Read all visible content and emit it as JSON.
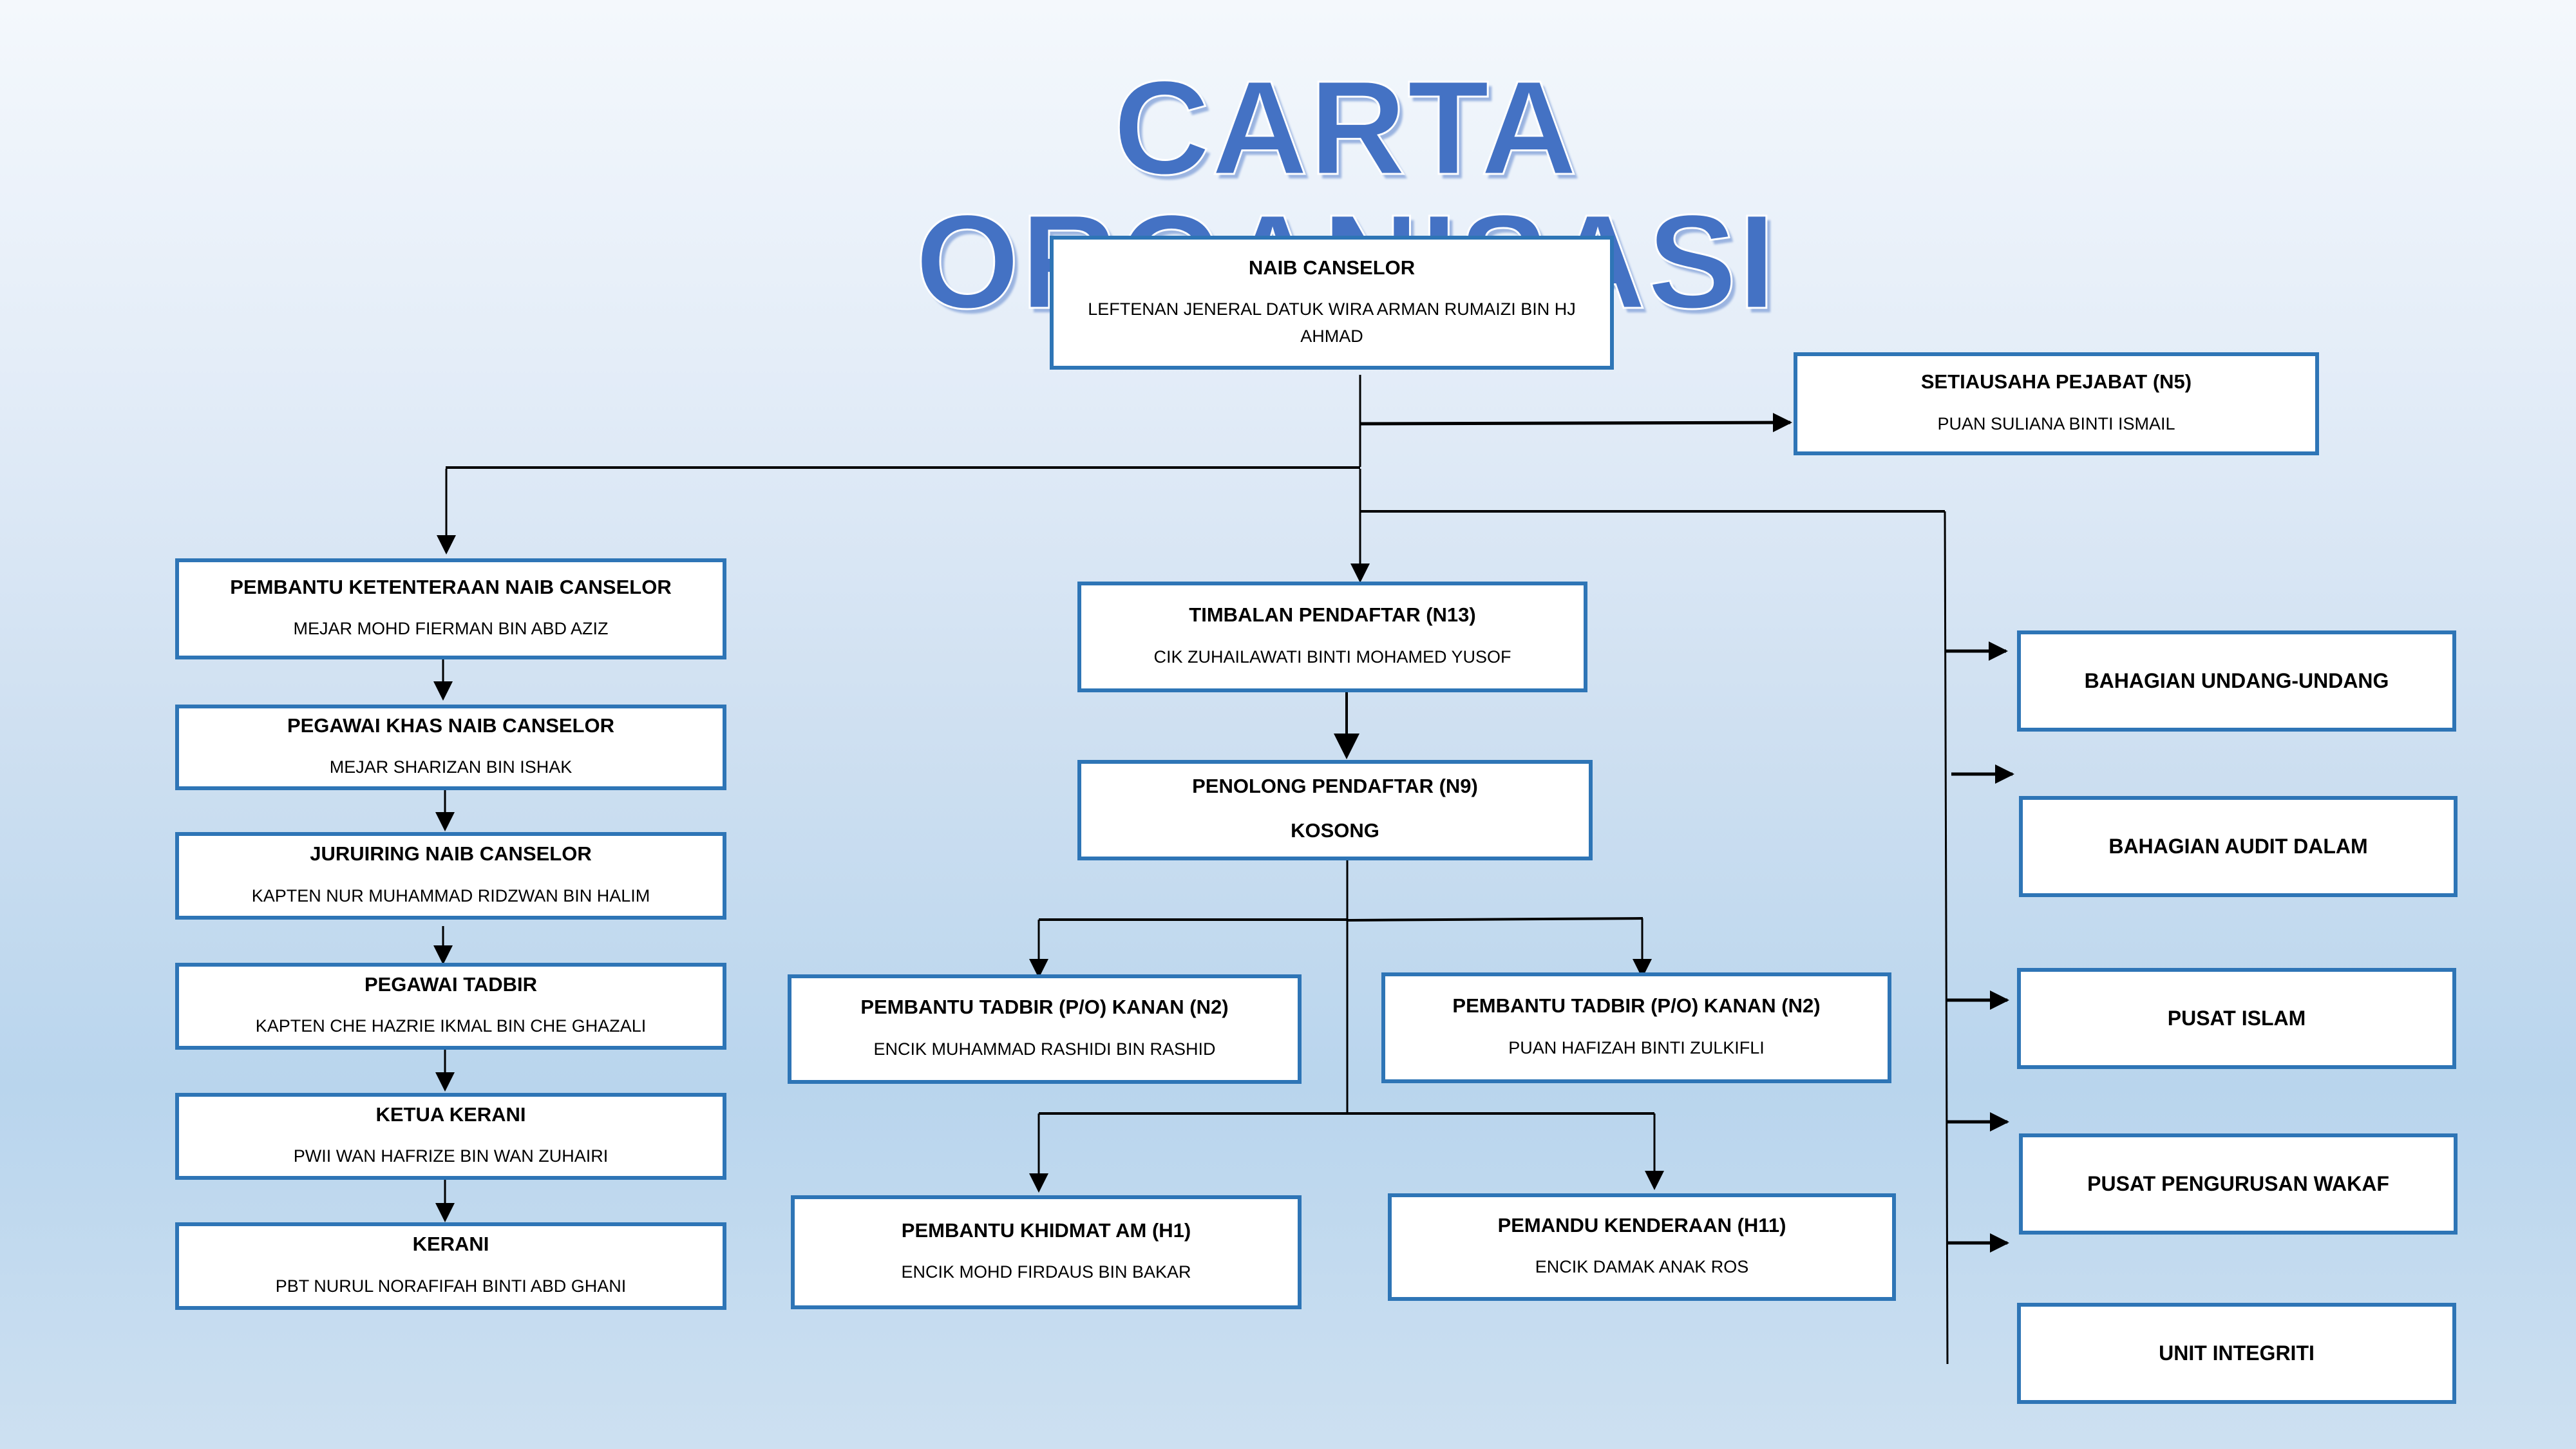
{
  "title": "CARTA ORGANISASI",
  "colors": {
    "title_fill": "#4472C4",
    "box_border": "#2E75B6",
    "box_fill": "#FFFFFF",
    "connector": "#000000"
  },
  "top": {
    "role": "NAIB CANSELOR",
    "name": "LEFTENAN JENERAL DATUK WIRA ARMAN RUMAIZI BIN HJ AHMAD"
  },
  "secretary": {
    "role": "SETIAUSAHA PEJABAT (N5)",
    "name": "PUAN SULIANA BINTI ISMAIL"
  },
  "left_column": [
    {
      "role": "PEMBANTU KETENTERAAN NAIB CANSELOR",
      "name": "MEJAR MOHD FIERMAN BIN ABD AZIZ"
    },
    {
      "role": "PEGAWAI KHAS NAIB CANSELOR",
      "name": "MEJAR SHARIZAN BIN ISHAK"
    },
    {
      "role": "JURUIRING NAIB CANSELOR",
      "name": "KAPTEN NUR MUHAMMAD RIDZWAN BIN HALIM"
    },
    {
      "role": "PEGAWAI TADBIR",
      "name": "KAPTEN CHE HAZRIE IKMAL BIN CHE GHAZALI"
    },
    {
      "role": "KETUA KERANI",
      "name": "PWII WAN HAFRIZE BIN WAN ZUHAIRI"
    },
    {
      "role": "KERANI",
      "name": "PBT NURUL NORAFIFAH BINTI ABD GHANI"
    }
  ],
  "center_column": {
    "deputy": {
      "role": "TIMBALAN PENDAFTAR (N13)",
      "name": "CIK ZUHAILAWATI BINTI MOHAMED YUSOF"
    },
    "assistant": {
      "role": "PENOLONG PENDAFTAR (N9)",
      "name": "KOSONG"
    },
    "staff": [
      {
        "role": "PEMBANTU TADBIR (P/O) KANAN (N2)",
        "name": "ENCIK MUHAMMAD RASHIDI BIN RASHID"
      },
      {
        "role": "PEMBANTU TADBIR (P/O) KANAN (N2)",
        "name": "PUAN HAFIZAH BINTI ZULKIFLI"
      },
      {
        "role": "PEMBANTU KHIDMAT AM (H1)",
        "name": "ENCIK MOHD FIRDAUS BIN BAKAR"
      },
      {
        "role": "PEMANDU KENDERAAN (H11)",
        "name": "ENCIK DAMAK ANAK ROS"
      }
    ]
  },
  "right_column": [
    {
      "label": "BAHAGIAN UNDANG-UNDANG"
    },
    {
      "label": "BAHAGIAN AUDIT DALAM"
    },
    {
      "label": "PUSAT ISLAM"
    },
    {
      "label": "PUSAT PENGURUSAN WAKAF"
    },
    {
      "label": "UNIT INTEGRITI"
    }
  ]
}
